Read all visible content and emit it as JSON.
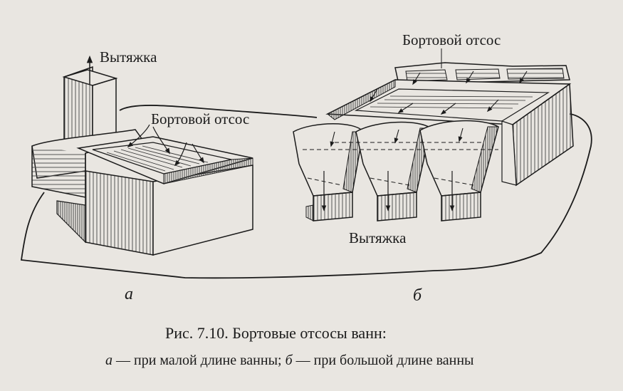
{
  "figure": {
    "panel_a": {
      "letter": "а",
      "exhaust_label": "Вытяжка",
      "suction_label": "Бортовой отсос"
    },
    "panel_b": {
      "letter": "б",
      "suction_label": "Бортовой отсос",
      "exhaust_label": "Вытяжка"
    }
  },
  "caption": {
    "title": "Рис. 7.10. Бортовые отсосы ванн:",
    "legend_a_letter": "а",
    "legend_a_text": " — при малой длине ванны; ",
    "legend_b_letter": "б",
    "legend_b_text": " — при большой длине ванны"
  },
  "colors": {
    "paper": "#e9e6e1",
    "ink": "#1b1b1b",
    "hatch": "#555555"
  }
}
